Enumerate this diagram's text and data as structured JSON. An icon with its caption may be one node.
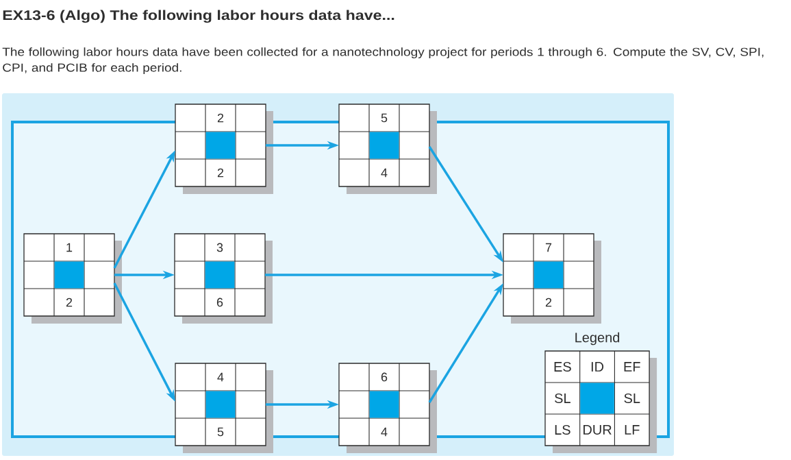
{
  "diagram": {
    "title": "EX13-6 (Algo) The following labor hours data have...",
    "nodes": [
      {
        "text": [
          "2",
          "2"
        ]
      },
      {
        "text": [
          "5",
          "4"
        ]
      },
      {
        "text": [
          "1",
          "2"
        ]
      },
      {
        "text": [
          "3",
          "6"
        ]
      },
      {
        "text": [
          "7",
          "2"
        ]
      },
      {
        "text": [
          "4",
          "5"
        ]
      },
      {
        "text": [
          "6",
          "4"
        ]
      },
      {
        "text": [
          "Legend",
          "ES",
          "ID",
          "EF",
          "SL",
          "SL",
          "LS",
          "DUR",
          "LF"
        ]
      }
    ],
    "edges": [
      {
        "from": 2,
        "to": 0,
        "arrow": "to"
      },
      {
        "from": 2,
        "to": 3,
        "arrow": "to"
      },
      {
        "from": 2,
        "to": 5,
        "arrow": "to"
      },
      {
        "from": 0,
        "to": 1,
        "arrow": "to"
      },
      {
        "from": 3,
        "to": 4,
        "arrow": "to"
      },
      {
        "from": 1,
        "to": 4,
        "arrow": "to"
      },
      {
        "from": 5,
        "to": 6,
        "arrow": "to"
      },
      {
        "from": 6,
        "to": 4,
        "arrow": "to"
      }
    ],
    "labels": [
      "The following labor hours data have been collected for a nanotechnology project for periods 1 through 6. Compute the SV, CV, SPI, CPI, and PCIB for each period."
    ]
  }
}
